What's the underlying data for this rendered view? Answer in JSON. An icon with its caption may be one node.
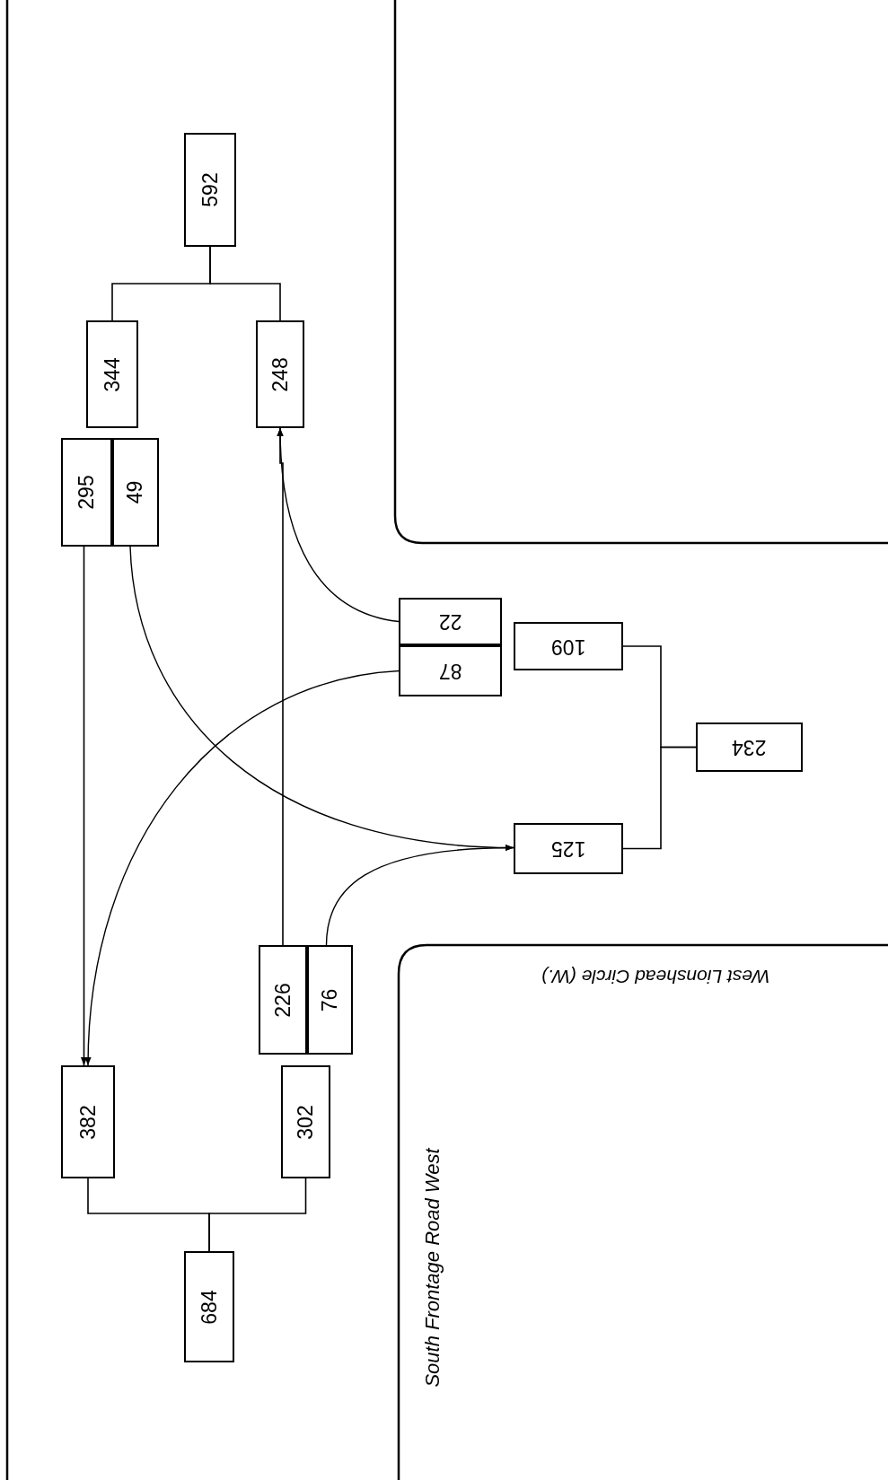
{
  "diagram": {
    "nodes": [
      {
        "text": [
          "592"
        ]
      },
      {
        "text": [
          "344"
        ]
      },
      {
        "text": [
          "248"
        ]
      },
      {
        "text": [
          "295"
        ]
      },
      {
        "text": [
          "49"
        ]
      },
      {
        "text": [
          "22"
        ]
      },
      {
        "text": [
          "109"
        ]
      },
      {
        "text": [
          "87"
        ]
      },
      {
        "text": [
          "234"
        ]
      },
      {
        "text": [
          "125"
        ]
      },
      {
        "text": [
          "226"
        ]
      },
      {
        "text": [
          "76"
        ]
      },
      {
        "text": [
          "382"
        ]
      },
      {
        "text": [
          "302"
        ]
      },
      {
        "text": [
          "684"
        ]
      }
    ],
    "edges": [
      {
        "from": 0,
        "to": 1,
        "arrow": "none"
      },
      {
        "from": 0,
        "to": 2,
        "arrow": "none"
      },
      {
        "from": 3,
        "to": 12,
        "arrow": "to"
      },
      {
        "from": 4,
        "to": 9,
        "arrow": "to"
      },
      {
        "from": 5,
        "to": 2,
        "arrow": "to"
      },
      {
        "from": 7,
        "to": 12,
        "arrow": "to"
      },
      {
        "from": 8,
        "to": 6,
        "arrow": "none"
      },
      {
        "from": 8,
        "to": 9,
        "arrow": "none"
      },
      {
        "from": 10,
        "to": 2,
        "arrow": "to"
      },
      {
        "from": 11,
        "to": 9,
        "arrow": "to"
      },
      {
        "from": 14,
        "to": 12,
        "arrow": "none"
      },
      {
        "from": 14,
        "to": 13,
        "arrow": "none"
      }
    ],
    "labels": [
      "West Lionshead Circle (W.)",
      "South Frontage Road West"
    ]
  }
}
